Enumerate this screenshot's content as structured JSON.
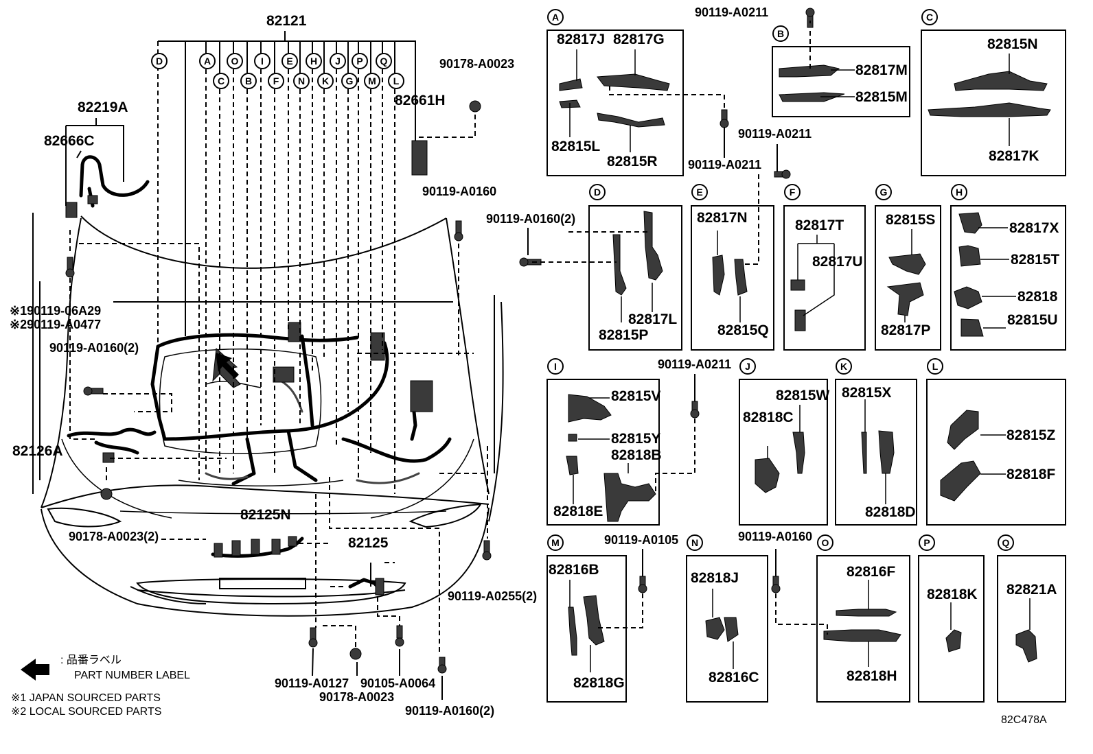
{
  "labels": {
    "harness_main": "82121",
    "p82219A": "82219A",
    "p82666C": "82666C",
    "p82661H": "82661H",
    "s90178_A0023_top": "90178-A0023",
    "s90119_A0160_right": "90119-A0160",
    "s90119_06A29": "※190119-06A29",
    "s90119_A0477": "※290119-A0477",
    "s90119_A0160_2_left": "90119-A0160(2)",
    "p82126A": "82126A",
    "p82125N": "82125N",
    "p82125": "82125",
    "s90178_A0023_2": "90178-A0023(2)",
    "s90119_A0255_2": "90119-A0255(2)",
    "s90119_A0127": "90119-A0127",
    "s90105_A0064": "90105-A0064",
    "s90178_A0023_bottom": "90178-A0023",
    "s90119_A0160_2_bottom": "90119-A0160(2)",
    "s90119_A0211_top": "90119-A0211",
    "s90119_A0211_mid1": "90119-A0211",
    "s90119_A0211_mid2": "90119-A0211",
    "s90119_A0160_2_D": "90119-A0160(2)",
    "s90119_A0211_I": "90119-A0211",
    "s90119_A0105": "90119-A0105",
    "s90119_A0160_O": "90119-A0160"
  },
  "circle_letters_top": [
    "A",
    "O",
    "I",
    "E",
    "H",
    "J",
    "P",
    "Q"
  ],
  "circle_letters_bottom": [
    "C",
    "B",
    "F",
    "N",
    "K",
    "G",
    "M",
    "L"
  ],
  "circle_letter_D": "D",
  "boxes": {
    "A": {
      "letter": "A",
      "parts": [
        "82817J",
        "82817G",
        "82815L",
        "82815R"
      ]
    },
    "B": {
      "letter": "B",
      "parts": [
        "82817M",
        "82815M"
      ]
    },
    "C": {
      "letter": "C",
      "parts": [
        "82815N",
        "82817K"
      ]
    },
    "D": {
      "letter": "D",
      "parts": [
        "82817L",
        "82815P"
      ]
    },
    "E": {
      "letter": "E",
      "parts": [
        "82817N",
        "82815Q"
      ]
    },
    "F": {
      "letter": "F",
      "parts": [
        "82817T",
        "82817U"
      ]
    },
    "G": {
      "letter": "G",
      "parts": [
        "82815S",
        "82817P"
      ]
    },
    "H": {
      "letter": "H",
      "parts": [
        "82817X",
        "82815T",
        "82818",
        "82815U"
      ]
    },
    "I": {
      "letter": "I",
      "parts": [
        "82815V",
        "82815Y",
        "82818B",
        "82818E"
      ]
    },
    "J": {
      "letter": "J",
      "parts": [
        "82815W",
        "82818C"
      ]
    },
    "K": {
      "letter": "K",
      "parts": [
        "82815X",
        "82818D"
      ]
    },
    "L": {
      "letter": "L",
      "parts": [
        "82815Z",
        "82818F"
      ]
    },
    "M": {
      "letter": "M",
      "parts": [
        "82816B",
        "82818G"
      ]
    },
    "N": {
      "letter": "N",
      "parts": [
        "82818J",
        "82816C"
      ]
    },
    "O": {
      "letter": "O",
      "parts": [
        "82816F",
        "82818H"
      ]
    },
    "P": {
      "letter": "P",
      "parts": [
        "82818K"
      ]
    },
    "Q": {
      "letter": "Q",
      "parts": [
        "82821A"
      ]
    }
  },
  "legend": {
    "label_jp": ": 品番ラベル",
    "label_en": "PART NUMBER LABEL",
    "note1": "※1 JAPAN SOURCED PARTS",
    "note2": "※2 LOCAL SOURCED PARTS"
  },
  "figure_id": "82C478A",
  "colors": {
    "ink": "#000000",
    "paper": "#ffffff",
    "part_fill": "#3a3a3a"
  }
}
